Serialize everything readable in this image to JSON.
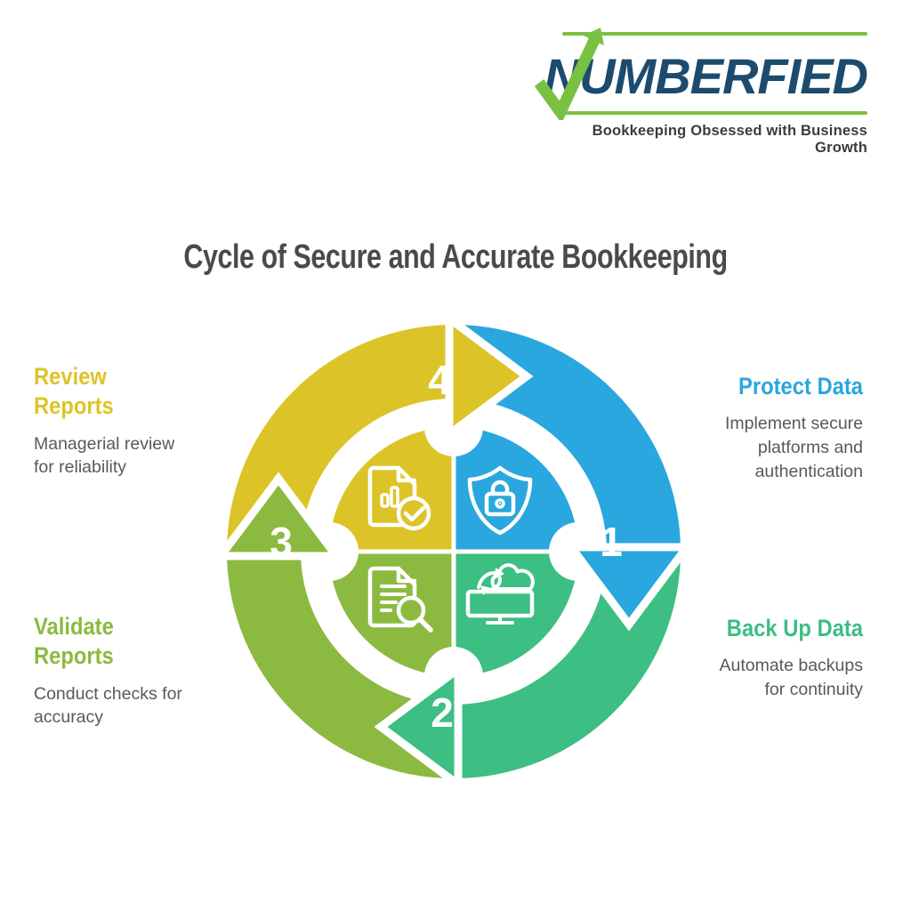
{
  "logo": {
    "wordmark_initial": "N",
    "wordmark_rest": "UMBERFIED",
    "tagline": "Bookkeeping Obsessed with Business Growth",
    "navy": "#1c4b6e",
    "green": "#7ac143",
    "tagline_color": "#3b3b3b"
  },
  "title": {
    "text": "Cycle of Secure and Accurate Bookkeeping",
    "color": "#4a4a4c"
  },
  "cycle": {
    "direction": "clockwise",
    "number_color": "#ffffff",
    "description_color": "#58595b",
    "steps": [
      {
        "number": "1",
        "heading": "Protect Data",
        "description": "Implement secure\nplatforms and\nauthentication",
        "color": "#29a7de",
        "icon": "shield-lock-icon",
        "position": "right-top"
      },
      {
        "number": "2",
        "heading": "Back Up Data",
        "description": "Automate backups\nfor continuity",
        "color": "#3dbe83",
        "icon": "monitor-cloud-sync-icon",
        "position": "right-bottom"
      },
      {
        "number": "3",
        "heading": "Validate\nReports",
        "description": "Conduct checks for\naccuracy",
        "color": "#8cba40",
        "icon": "document-magnifier-icon",
        "position": "left-bottom"
      },
      {
        "number": "4",
        "heading": "Review\nReports",
        "description": "Managerial review\nfor reliability",
        "color": "#dcc428",
        "icon": "report-checkmark-icon",
        "position": "left-top"
      }
    ]
  }
}
